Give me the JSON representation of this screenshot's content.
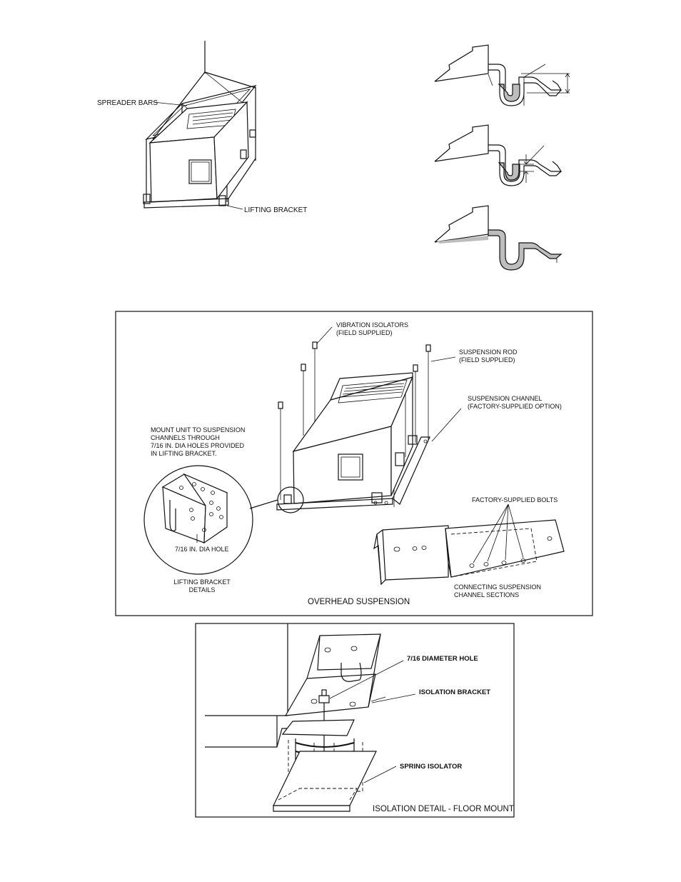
{
  "lifting": {
    "spreader_bars": "SPREADER BARS",
    "lifting_bracket": "LIFTING BRACKET"
  },
  "overhead": {
    "vibration_isolators": "VIBRATION ISOLATORS",
    "vibration_isolators_sub": "(FIELD SUPPLIED)",
    "suspension_rod": "SUSPENSION ROD",
    "suspension_rod_sub": "(FIELD SUPPLIED)",
    "suspension_channel": "SUSPENSION CHANNEL",
    "suspension_channel_sub": "(FACTORY-SUPPLIED OPTION)",
    "mount_note": [
      "MOUNT UNIT TO SUSPENSION",
      "CHANNELS THROUGH",
      "7/16 IN. DIA HOLES PROVIDED",
      "IN LIFTING BRACKET."
    ],
    "hole_label": "7/16 IN. DIA HOLE",
    "bracket_details": [
      "LIFTING BRACKET",
      "DETAILS"
    ],
    "factory_bolts": "FACTORY-SUPPLIED BOLTS",
    "connecting": [
      "CONNECTING SUSPENSION",
      "CHANNEL SECTIONS"
    ],
    "title": "OVERHEAD SUSPENSION"
  },
  "isolation": {
    "diameter_hole": "7/16 DIAMETER HOLE",
    "isolation_bracket": "ISOLATION BRACKET",
    "spring_isolator": "SPRING ISOLATOR",
    "title": "ISOLATION DETAIL - FLOOR MOUNT"
  }
}
